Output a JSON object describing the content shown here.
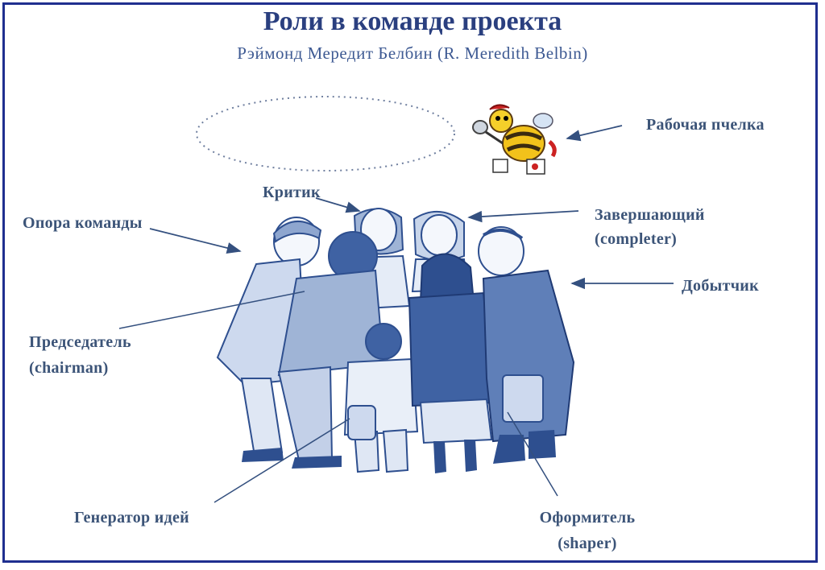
{
  "title": "Роли в команде проекта",
  "subtitle": "Рэймонд Мередит Белбин (R. Meredith Belbin)",
  "roles": {
    "worker_bee": "Рабочая пчелка",
    "critic": "Критик",
    "team_support": "Опора команды",
    "completer_ru": "Завершающий",
    "completer_en": "(completer)",
    "resource_getter": "Добытчик",
    "chairman_ru": "Председатель",
    "chairman_en": "(chairman)",
    "idea_generator": "Генератор идей",
    "shaper_ru": "Оформитель",
    "shaper_en": "(shaper)"
  },
  "colors": {
    "title": "#2a3f7f",
    "label": "#3c5478",
    "border": "#1f2f8f",
    "figure_dark": "#2e4f8f",
    "figure_mid": "#8ea6cf",
    "figure_light": "#d8e2f2"
  }
}
